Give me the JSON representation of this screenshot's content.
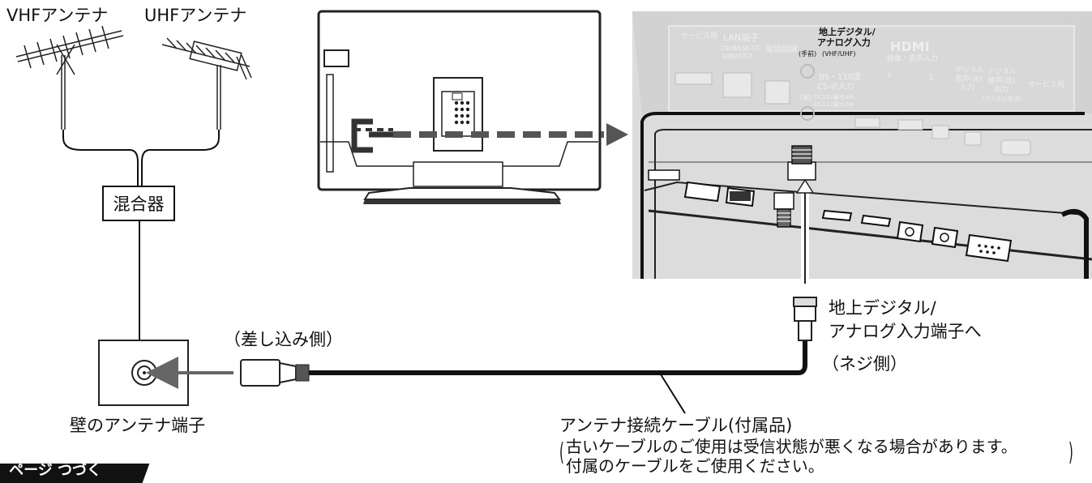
{
  "antennas": {
    "vhf": "VHFアンテナ",
    "uhf": "UHFアンテナ"
  },
  "mixer": "混合器",
  "wall_terminal": "壁のアンテナ端子",
  "plug_side": "（差し込み側）",
  "screw_side": "（ネジ側）",
  "tv_terminal": {
    "line1": "地上デジタル/",
    "line2": "アナログ入力端子へ"
  },
  "cable": {
    "title": "アンテナ接続ケーブル(付属品)",
    "note_line1": "古いケーブルのご使用は受信状態が悪くなる場合があります。",
    "note_line2": "付属のケーブルをご使用ください。"
  },
  "panel": {
    "service": "サービス用",
    "lan": "LAN端子",
    "lan_spec1": "100BASE-TX",
    "lan_spec2": "10BASE-T",
    "phone": "電話回線",
    "terrestrial1": "地上デジタル/",
    "terrestrial2": "アナログ入力",
    "terrestrial_sub": "(VHF/UHF)",
    "terrestrial_pre": "(手前)",
    "hdmi": "HDMI",
    "hdmi_sub": "映像・音声入力",
    "hdmi_1": "1",
    "hdmi_2": "2",
    "bs1": "BS・110度",
    "bs2": "CS-IF入力",
    "bs_pre": "(奥)",
    "bs_sub1": "DC15V最大4W",
    "bs_sub2": "DC11V最大2W",
    "digital_in1": "デジタル",
    "digital_in2": "音声(光)",
    "digital_in3": "入力",
    "digital_out1": "デジタル",
    "digital_out2": "音声(光)",
    "digital_out3": "出力",
    "digital_out4": "(デジタル放送)",
    "service2": "サービス用"
  },
  "page_tab": "ページ つづく"
}
